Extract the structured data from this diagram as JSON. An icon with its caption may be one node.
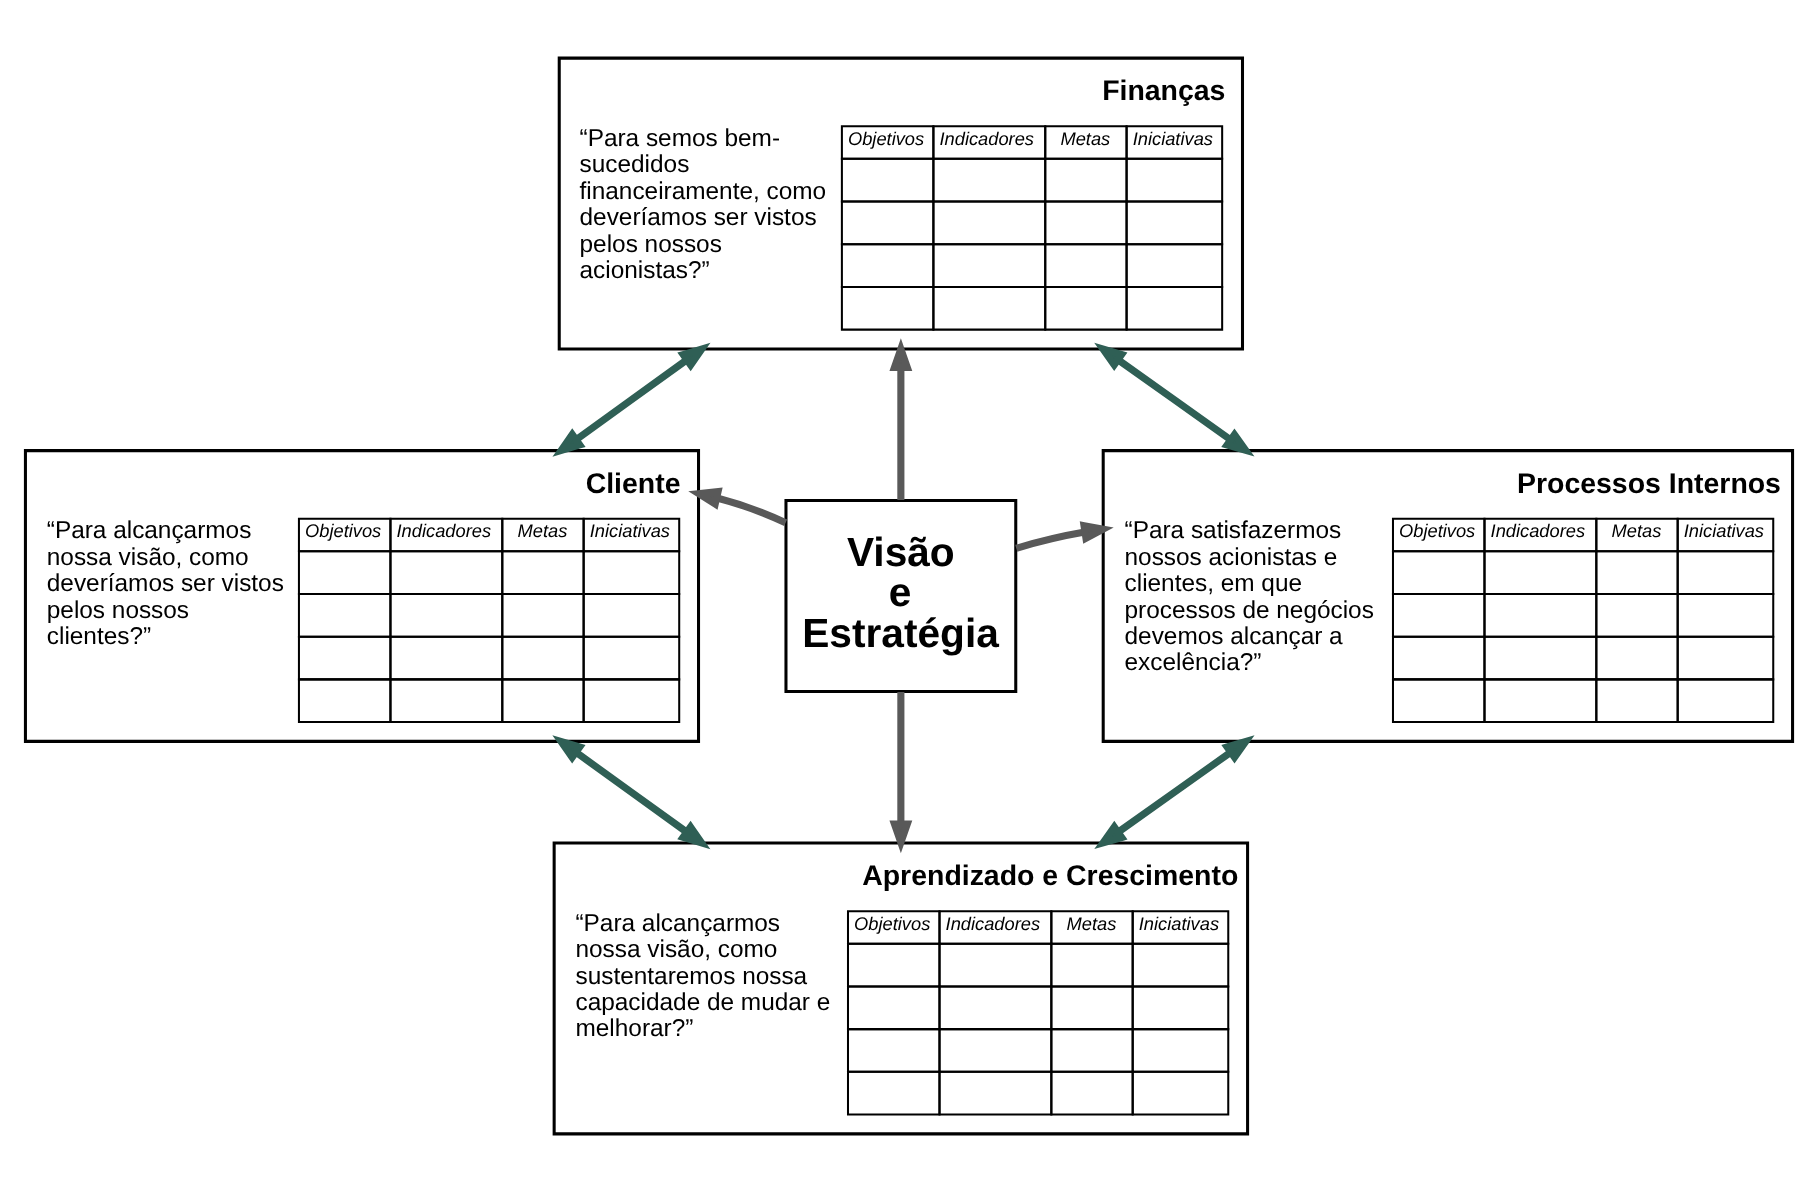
{
  "diagram": {
    "nodes": [
      {
        "text": [
          "Finanças",
          "“Para semos bem-sucedidos financeiramente, como deveríamos ser vistos pelos nossos acionistas?”",
          "Objetivos",
          "Indicadores",
          "Metas",
          "Iniciativas"
        ]
      },
      {
        "text": [
          "Cliente",
          "“Para alcançarmos nossa visão, como deveríamos ser vistos pelos nossos clientes?”",
          "Objetivos",
          "Indicadores",
          "Metas",
          "Iniciativas"
        ]
      },
      {
        "text": [
          "Visão e Estratégia"
        ]
      },
      {
        "text": [
          "Processos Internos",
          "“Para satisfazermos nossos acionistas e clientes, em que processos de negócios devemos alcançar a excelência?”",
          "Objetivos",
          "Indicadores",
          "Metas",
          "Iniciativas"
        ]
      },
      {
        "text": [
          "Aprendizado e Crescimento",
          "“Para alcançarmos nossa visão, como sustentaremos nossa capacidade de mudar e melhorar?”",
          "Objetivos",
          "Indicadores",
          "Metas",
          "Iniciativas"
        ]
      }
    ],
    "edges": [
      {
        "from": 2,
        "to": 0,
        "arrow": "to",
        "color": "#595959"
      },
      {
        "from": 2,
        "to": 1,
        "arrow": "to",
        "color": "#595959"
      },
      {
        "from": 2,
        "to": 3,
        "arrow": "to",
        "color": "#595959"
      },
      {
        "from": 2,
        "to": 4,
        "arrow": "to",
        "color": "#595959"
      },
      {
        "from": 1,
        "to": 0,
        "arrow": "both",
        "color": "#2f5f55"
      },
      {
        "from": 0,
        "to": 3,
        "arrow": "both",
        "color": "#2f5f55"
      },
      {
        "from": 1,
        "to": 4,
        "arrow": "both",
        "color": "#2f5f55"
      },
      {
        "from": 4,
        "to": 3,
        "arrow": "both",
        "color": "#2f5f55"
      }
    ]
  }
}
